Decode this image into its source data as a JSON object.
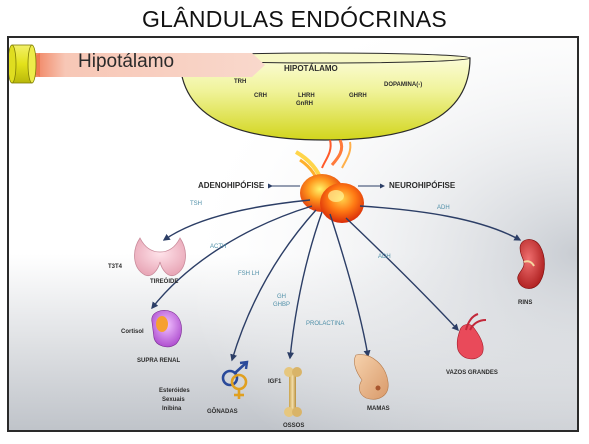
{
  "title": "GLÂNDULAS ENDÓCRINAS",
  "hypothalamus": {
    "callout": "Hipotálamo",
    "name": "HIPOTÁLAMO",
    "hormones": {
      "trh": "TRH",
      "crh": "CRH",
      "lhrh": "LHRH",
      "gnrh": "GnRH",
      "ghrh": "GHRH",
      "dopamina": "DOPAMINA(-)"
    }
  },
  "pituitary": {
    "adeno": "ADENOHIPÓFISE",
    "neuro": "NEUROHIPÓFISE"
  },
  "arrows": {
    "tsh": "TSH",
    "acth": "ACTH",
    "fsh_lh": "FSH  LH",
    "gh": "GH",
    "ghbp": "GHBP",
    "prolactina": "PROLACTINA",
    "adh_upper": "ADH",
    "adh_lower": "ADH"
  },
  "targets": {
    "tireoide": {
      "label": "TIREÓIDE",
      "hormone": "T3T4"
    },
    "supra_renal": {
      "label": "SUPRA RENAL",
      "hormone": "Cortisol"
    },
    "gonadas": {
      "label": "GÔNADAS",
      "hormone_lines": [
        "Esteróides",
        "Sexuais",
        "Inibina"
      ]
    },
    "ossos": {
      "label": "OSSOS",
      "hormone": "IGF1"
    },
    "mamas": {
      "label": "MAMAS"
    },
    "vasos": {
      "label": "VAZOS GRANDES"
    },
    "rins": {
      "label": "RINS"
    }
  },
  "colors": {
    "hypothalamus_top": "#f4f7a8",
    "hypothalamus_bottom": "#d8dc1a",
    "callout_fill": "#f6cfc2",
    "callout_tip": "#f08a63",
    "arrow": "#2c3e66",
    "arrow_label": "#4f8fa8",
    "background_top": "#ffffff",
    "background_bottom": "#bfc3c9"
  }
}
